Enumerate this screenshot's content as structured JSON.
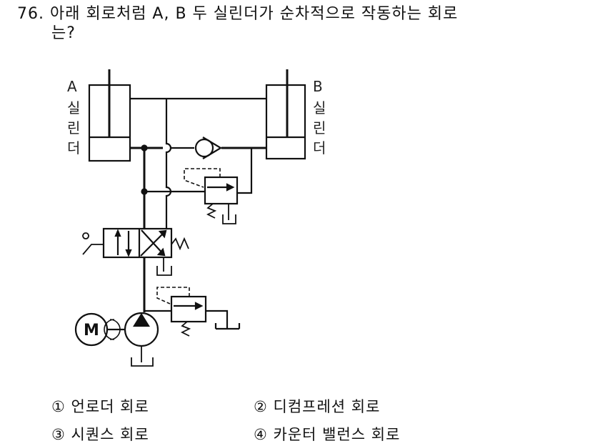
{
  "question": {
    "number": "76.",
    "line1": "아래 회로처럼 A, B 두 실린더가 순차적으로 작동하는 회로",
    "line2": "는?"
  },
  "diagram": {
    "cylinder_a_label": [
      "A",
      "실",
      "린",
      "더"
    ],
    "cylinder_b_label": [
      "B",
      "실",
      "린",
      "더"
    ],
    "motor_label": "M"
  },
  "options": [
    {
      "marker": "①",
      "text": "언로더 회로"
    },
    {
      "marker": "②",
      "text": "디컴프레션 회로"
    },
    {
      "marker": "③",
      "text": "시퀀스 회로"
    },
    {
      "marker": "④",
      "text": "카운터 밸런스 회로"
    }
  ]
}
